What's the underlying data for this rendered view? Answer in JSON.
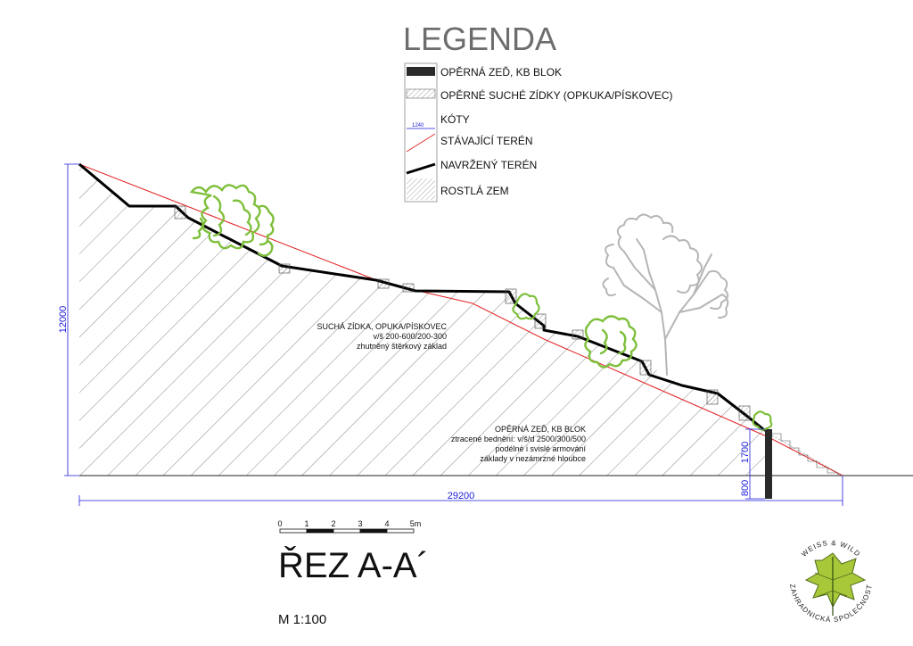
{
  "legend": {
    "title": "LEGENDA",
    "items": [
      {
        "label": "OPĚRNÁ ZEĎ, KB BLOK"
      },
      {
        "label": "OPĚRNÉ SUCHÉ ZÍDKY (OPKUKA/PÍSKOVEC)"
      },
      {
        "label": "KÓTY",
        "sample_value": "1240"
      },
      {
        "label": "STÁVAJÍCÍ TERÉN"
      },
      {
        "label": "NAVRŽENÝ TERÉN"
      },
      {
        "label": "ROSTLÁ ZEM"
      }
    ]
  },
  "notes": {
    "dry_wall": {
      "line1": "SUCHÁ ZÍDKA, OPUKA/PÍSKOVEC",
      "line2": "v/š 200-600/200-300",
      "line3": "zhutněný štěrkový základ"
    },
    "retaining_wall": {
      "line1": "OPĚRNÁ ZEĎ, KB BLOK",
      "line2": "ztracené bednění:  v/š/d 2500/300/500",
      "line3": "podélné i svislé armování",
      "line4": "základy v nezámrzné hloubce"
    }
  },
  "dimensions": {
    "height": "12000",
    "length": "29200",
    "wall_height": "1700",
    "foundation": "800"
  },
  "scale_bar": {
    "ticks": [
      "0",
      "1",
      "2",
      "3",
      "4",
      "5m"
    ]
  },
  "section_title": "ŘEZ A-A´",
  "drawing_scale": "M  1:100",
  "logo": {
    "top_text": "WEISS & WILD",
    "bottom_text": "ZAHRADNICKÁ SPOLEČNOST"
  },
  "colors": {
    "existing_terrain": "#e32b2b",
    "proposed_terrain": "#000000",
    "dimension": "#1a1adb",
    "foliage": "#7dbf3a",
    "tree": "#b5b5b5",
    "hatch": "#444444"
  }
}
